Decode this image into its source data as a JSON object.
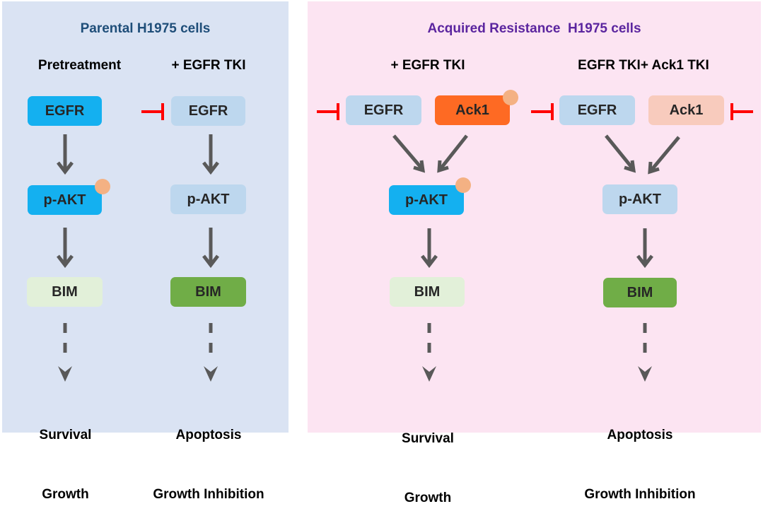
{
  "colors": {
    "panel_left_bg": "#dae3f3",
    "panel_right_bg": "#fce4f2",
    "title_left": "#1f4e79",
    "title_right": "#5b259f",
    "active_blue": "#14b0f0",
    "inactive_blue": "#bdd7ee",
    "active_orange": "#fe6a23",
    "inactive_orange": "#f8cbbd",
    "bim_light": "#e2f0d9",
    "bim_dark": "#70ad47",
    "phospho": "#f4b183",
    "arrow": "#595959",
    "inhibitor": "#ff0000"
  },
  "panels": {
    "left": {
      "title": "Parental H1975 cells",
      "columns": [
        {
          "heading": "Pretreatment",
          "nodes": {
            "top": "EGFR",
            "mid": "p-AKT",
            "low": "BIM"
          },
          "outcome": [
            "Survival",
            "Growth"
          ]
        },
        {
          "heading": "+ EGFR TKI",
          "nodes": {
            "top": "EGFR",
            "mid": "p-AKT",
            "low": "BIM"
          },
          "outcome": [
            "Apoptosis",
            "Growth Inhibition"
          ]
        }
      ]
    },
    "right": {
      "title": "Acquired Resistance  H1975 cells",
      "columns": [
        {
          "heading": "+ EGFR TKI",
          "nodes": {
            "top_a": "EGFR",
            "top_b": "Ack1",
            "mid": "p-AKT",
            "low": "BIM"
          },
          "outcome": [
            "Survival",
            "Growth"
          ]
        },
        {
          "heading": "EGFR TKI+ Ack1 TKI",
          "nodes": {
            "top_a": "EGFR",
            "top_b": "Ack1",
            "mid": "p-AKT",
            "low": "BIM"
          },
          "outcome": [
            "Apoptosis",
            "Growth Inhibition"
          ]
        }
      ]
    }
  }
}
